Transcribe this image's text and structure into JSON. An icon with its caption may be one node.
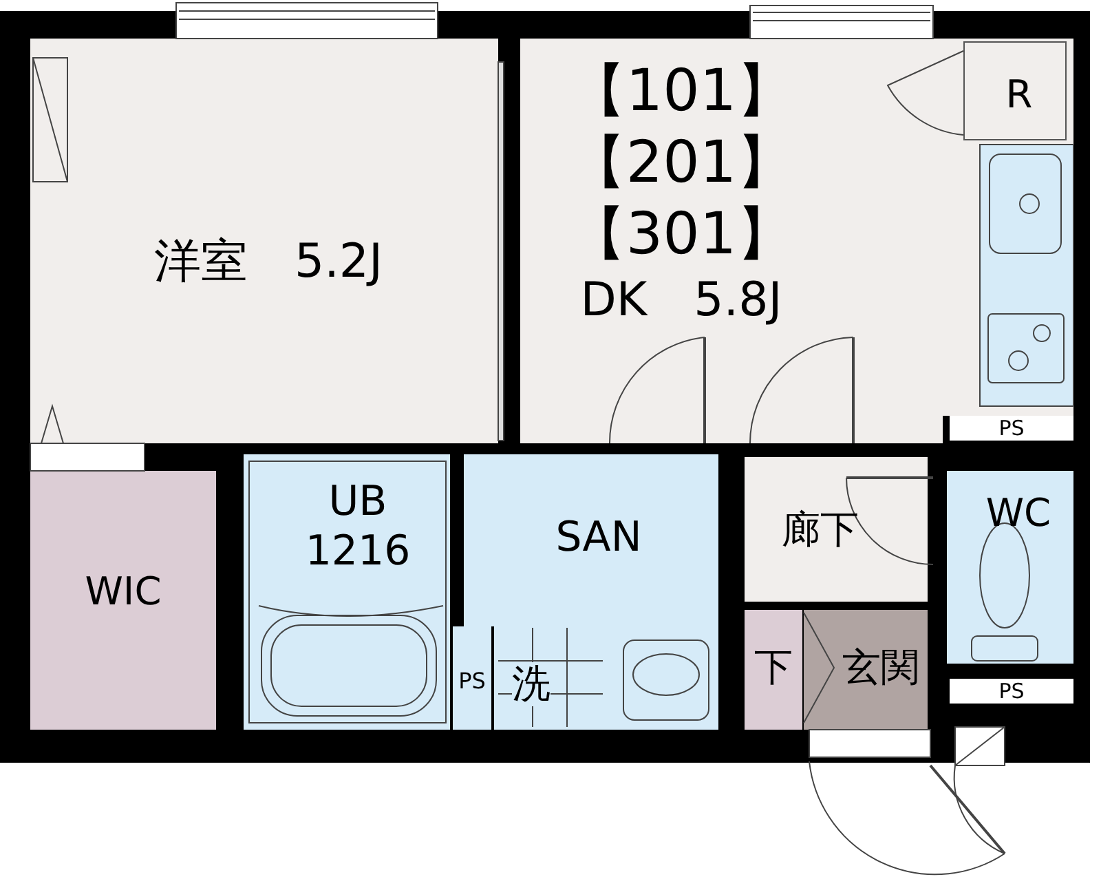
{
  "diagram": {
    "nodes": [
      {
        "text": [
          "洋室　5.2J"
        ]
      },
      {
        "text": [
          "【101】【201】【301】",
          "DK　5.8J"
        ]
      },
      {
        "text": [
          "R"
        ],
        "in": 1
      },
      {
        "text": [
          "PS"
        ]
      },
      {
        "text": [
          "WIC"
        ]
      },
      {
        "text": [
          "UB 1216"
        ]
      },
      {
        "text": [
          "PS"
        ]
      },
      {
        "text": [
          "SAN"
        ]
      },
      {
        "text": [
          "洗"
        ],
        "in": 7
      },
      {
        "text": [
          "廊下"
        ]
      },
      {
        "text": [
          "WC"
        ]
      },
      {
        "text": [
          "PS"
        ]
      },
      {
        "text": [
          "下"
        ]
      },
      {
        "text": [
          "玄関"
        ]
      }
    ],
    "edges": []
  }
}
